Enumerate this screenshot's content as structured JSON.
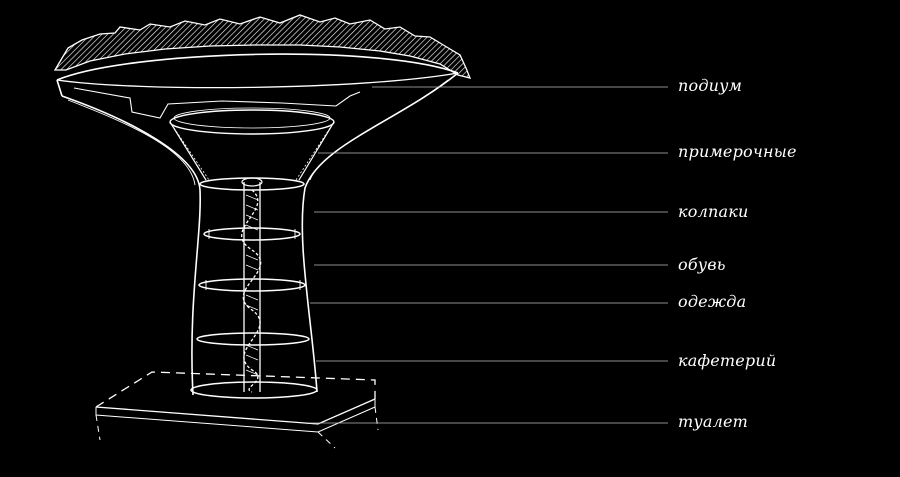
{
  "colors": {
    "background": "#000000",
    "stroke": "#ffffff",
    "leader": "#bdbdbd"
  },
  "labels": {
    "podium": "подиум",
    "fitting": "примерочные",
    "caps": "колпаки",
    "shoes": "обувь",
    "clothes": "одежда",
    "cafe": "кафетерий",
    "toilet": "туалет"
  }
}
